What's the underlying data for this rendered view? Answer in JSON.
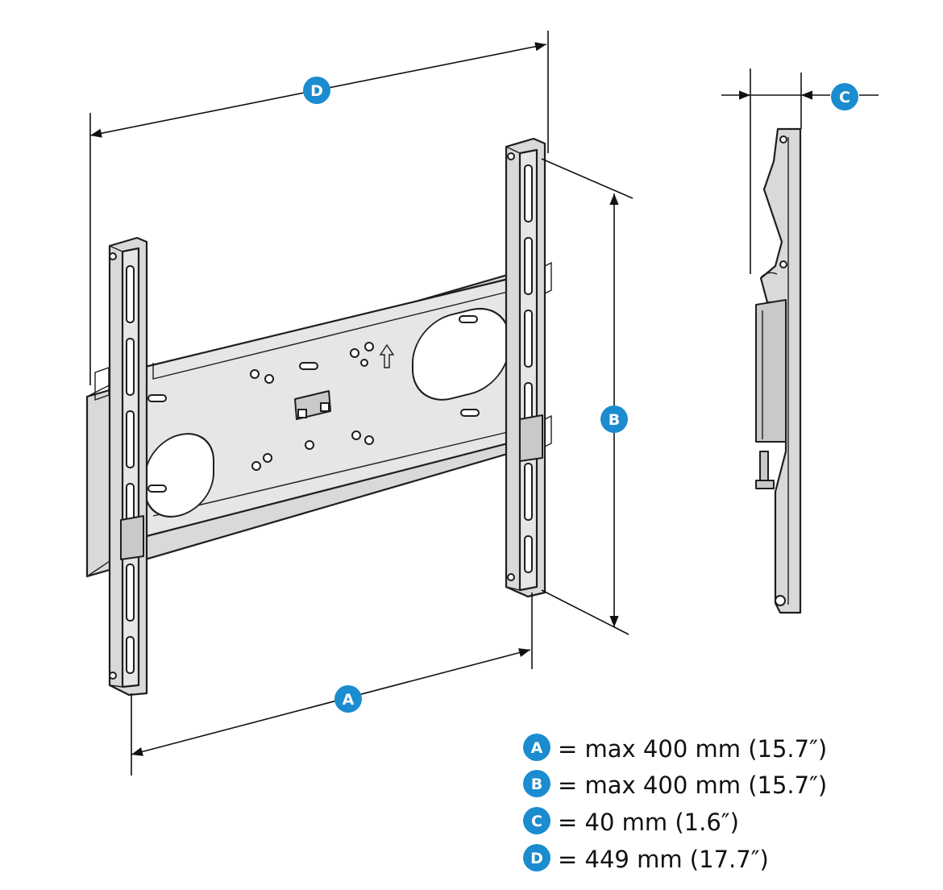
{
  "badges": {
    "a": "A",
    "b": "B",
    "c": "C",
    "d": "D"
  },
  "legend": [
    {
      "letter": "A",
      "text": "= max 400 mm (15.7″)"
    },
    {
      "letter": "B",
      "text": "= max 400 mm (15.7″)"
    },
    {
      "letter": "C",
      "text": "= 40 mm (1.6″)"
    },
    {
      "letter": "D",
      "text": "= 449 mm (17.7″)"
    }
  ],
  "colors": {
    "badge": "#1a8ccf",
    "metal": "#d9d9d9",
    "outline": "#1e1e1e"
  }
}
